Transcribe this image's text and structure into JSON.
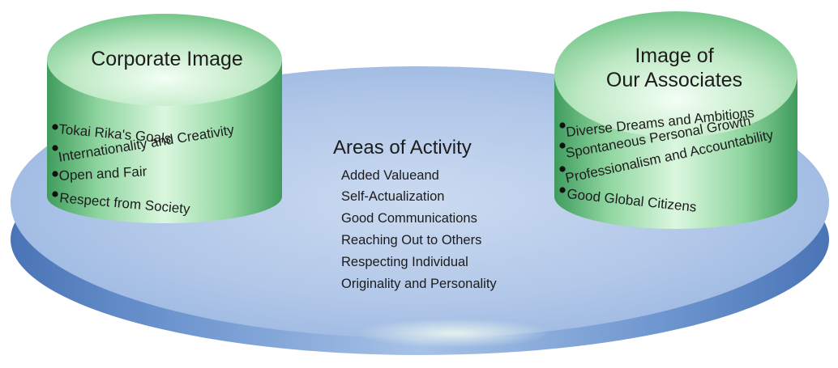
{
  "left_cylinder": {
    "title": "Corporate Image",
    "items": [
      "Tokai Rika's Goals",
      "Internationality and Creativity",
      "Open and Fair",
      "Respect from Society"
    ]
  },
  "right_cylinder": {
    "title_lines": [
      "Image of",
      "Our Associates"
    ],
    "items": [
      "Diverse Dreams and Ambitions",
      "Spontaneous Personal Growth",
      "Professionalism and Accountability",
      "Good Global Citizens"
    ]
  },
  "center": {
    "title": "Areas of Activity",
    "items": [
      "Added Valueand",
      "Self-Actualization",
      "Good Communications",
      "Reaching Out to Others",
      "Respecting Individual",
      "Originality and Personality"
    ]
  }
}
